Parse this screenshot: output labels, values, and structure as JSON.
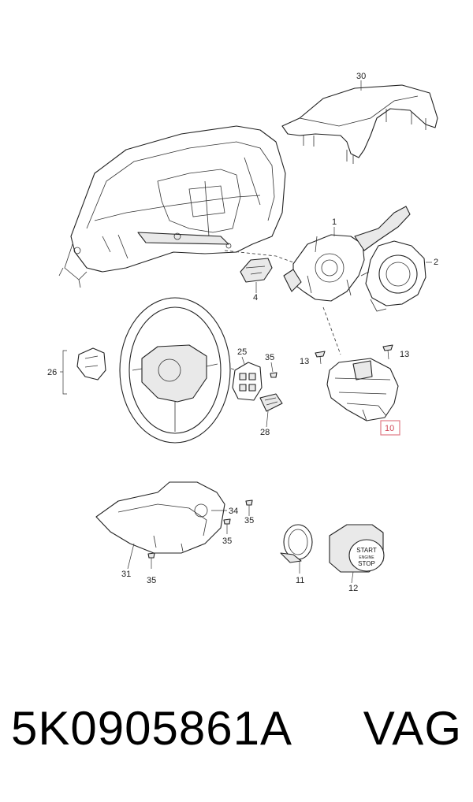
{
  "callouts": {
    "c30": "30",
    "c1": "1",
    "c2": "2",
    "c4": "4",
    "c13a": "13",
    "c13b": "13",
    "c10": "10",
    "c25": "25",
    "c35a": "35",
    "c26": "26",
    "c28": "28",
    "c34": "34",
    "c35b": "35",
    "c35c": "35",
    "c31": "31",
    "c35d": "35",
    "c11": "11",
    "c12": "12"
  },
  "button_text": {
    "line1": "START",
    "line2": "ENGINE",
    "line3": "STOP"
  },
  "footer": {
    "part_number": "5K0905861A",
    "brand": "VAG"
  },
  "highlight_color": "#e07a85"
}
